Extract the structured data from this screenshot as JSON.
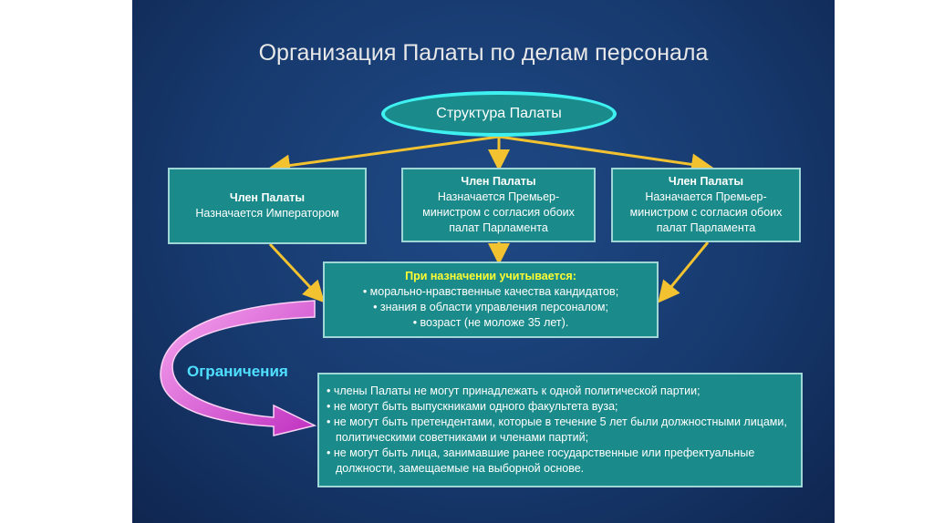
{
  "title": "Организация Палаты по делам персонала",
  "root": "Структура Палаты",
  "members": [
    {
      "heading": "Член Палаты",
      "text": "Назначается Императором"
    },
    {
      "heading": "Член Палаты",
      "text": "Назначается Премьер-министром с согласия обоих палат Парламента"
    },
    {
      "heading": "Член Палаты",
      "text": "Назначается Премьер-министром с согласия обоих палат Парламента"
    }
  ],
  "criteria": {
    "heading": "При назначении учитывается:",
    "items": [
      "• морально-нравственные качества кандидатов;",
      "• знания в области управления персоналом;",
      "• возраст (не моложе 35 лет)."
    ]
  },
  "restrictions": {
    "label": "Ограничения",
    "items": [
      "• члены Палаты не могут принадлежать к одной политической партии;",
      "• не могут быть выпускниками одного факультета вуза;",
      "• не могут быть претендентами, которые в течение 5 лет были должностными лицами, политическими советниками и членами партий;",
      "• не могут быть лица, занимавшие ранее государственные или префектуальные должности, замещаемые на выборной основе."
    ]
  }
}
